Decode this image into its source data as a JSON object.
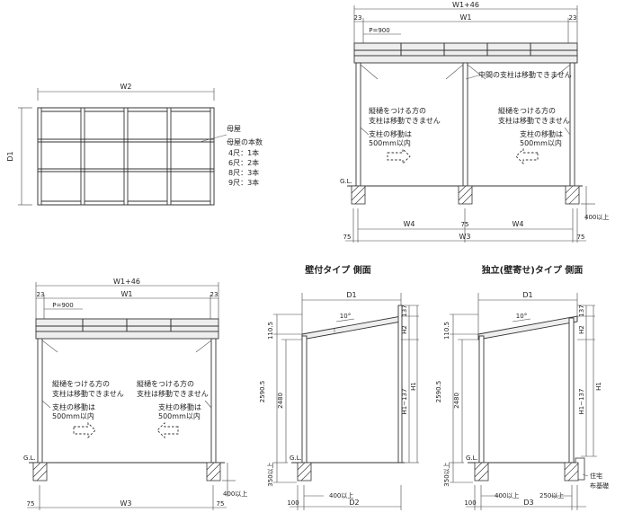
{
  "plan": {
    "w2": "W2",
    "d1": "D1",
    "purlin_title": "母屋",
    "purlin_count_title": "母屋の本数",
    "purlin_counts": [
      "4尺：1本",
      "6尺：2本",
      "8尺：3本",
      "9尺：3本"
    ]
  },
  "front_top": {
    "w1_plus": "W1+46",
    "w1": "W1",
    "side_left": "23",
    "side_right": "23",
    "pitch": "P=900",
    "center_post_note": "中間の支柱は移動できません",
    "gutter_note_1": "縦樋をつける方の",
    "gutter_note_2": "支柱は移動できません",
    "move_note_1": "支柱の移動は",
    "move_note_2": "500mm以内",
    "gl": "G.L.",
    "depth_400": "400以上",
    "w4_left": "W4",
    "mid_75": "75",
    "w4_right": "W4",
    "outer_left": "75",
    "w3": "W3",
    "outer_right": "75"
  },
  "front_bottom": {
    "w1_plus": "W1+46",
    "w1": "W1",
    "side_left": "23",
    "side_right": "23",
    "pitch": "P=900",
    "gutter_note_1": "縦樋をつける方の",
    "gutter_note_2": "支柱は移動できません",
    "move_note_1": "支柱の移動は",
    "move_note_2": "500mm以内",
    "gl": "G.L.",
    "depth_400": "400以上",
    "outer_left": "75",
    "w3": "W3",
    "outer_right": "75"
  },
  "side_wall": {
    "title": "壁付タイプ 側面",
    "d1": "D1",
    "angle": "10°",
    "dim_137": "137",
    "dim_110": "110.5",
    "h2": "H2",
    "dim_2590": "2590.5",
    "dim_2480": "2480",
    "h1_minus": "H1−137",
    "h1": "H1",
    "gl": "G.L.",
    "dim_350": "350以上",
    "dim_100": "100",
    "dim_400": "400以上",
    "d2": "D2"
  },
  "side_free": {
    "title": "独立(壁寄せ)タイプ 側面",
    "d1": "D1",
    "angle": "10°",
    "dim_137": "137",
    "dim_110": "110.5",
    "h2": "H2",
    "dim_2590": "2590.5",
    "dim_2480": "2480",
    "h1_minus": "H1−137",
    "h1": "H1",
    "gl": "G.L.",
    "dim_350": "350以上",
    "dim_100": "100",
    "dim_400": "400以上",
    "dim_250": "250以上",
    "d3": "D3",
    "house_1": "住宅",
    "house_2": "布基礎"
  }
}
